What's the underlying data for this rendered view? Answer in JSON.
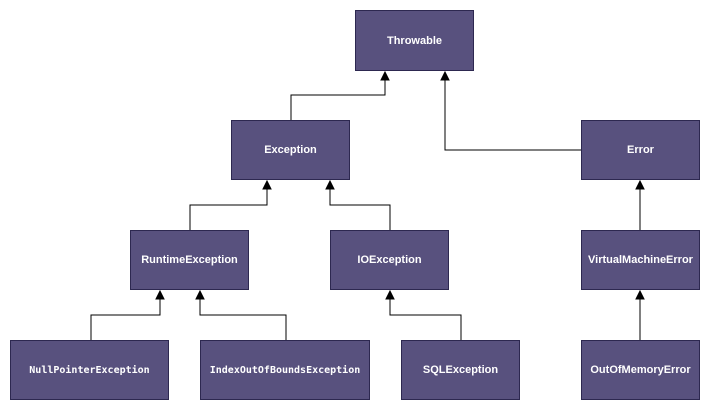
{
  "style": {
    "node_fill": "#58517e",
    "node_text": "#ffffff",
    "edge_color": "#000000"
  },
  "nodes": {
    "throwable": "Throwable",
    "exception": "Exception",
    "error": "Error",
    "runtime_exception": "RuntimeException",
    "io_exception": "IOException",
    "virtual_machine_error": "VirtualMachineError",
    "null_pointer_exception": "NullPointerException",
    "index_out_of_bounds_exception": "IndexOutOfBoundsException",
    "sql_exception": "SQLException",
    "out_of_memory_error": "OutOfMemoryError"
  },
  "edges": [
    {
      "from": "exception",
      "to": "throwable"
    },
    {
      "from": "error",
      "to": "throwable"
    },
    {
      "from": "runtime_exception",
      "to": "exception"
    },
    {
      "from": "io_exception",
      "to": "exception"
    },
    {
      "from": "virtual_machine_error",
      "to": "error"
    },
    {
      "from": "null_pointer_exception",
      "to": "runtime_exception"
    },
    {
      "from": "index_out_of_bounds_exception",
      "to": "runtime_exception"
    },
    {
      "from": "sql_exception",
      "to": "io_exception"
    },
    {
      "from": "out_of_memory_error",
      "to": "virtual_machine_error"
    }
  ]
}
